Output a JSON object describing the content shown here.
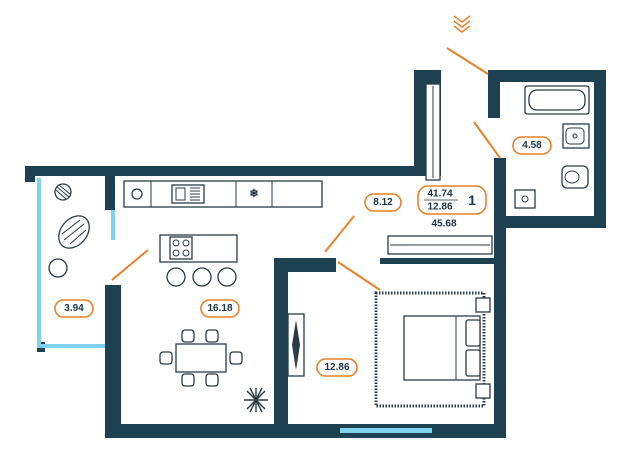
{
  "plan": {
    "rooms": {
      "balcony": {
        "area": "3.94"
      },
      "kitchen_living": {
        "area": "16.18"
      },
      "hallway": {
        "area": "8.12"
      },
      "bathroom": {
        "area": "4.58"
      },
      "bedroom": {
        "area": "12.86"
      }
    },
    "summary": {
      "living_area": "41.74",
      "bedroom_area": "12.86",
      "total_area": "45.68",
      "room_count": "1"
    },
    "colors": {
      "wall": "#1d4150",
      "window": "#7fd3ee",
      "accent": "#e8822a",
      "text": "#1c3443"
    },
    "icons": [
      "entrance-chevrons-icon",
      "snowflake-icon",
      "plant-icon"
    ]
  }
}
